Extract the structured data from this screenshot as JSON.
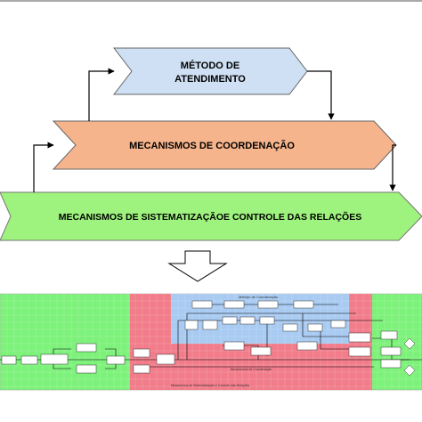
{
  "blocks": {
    "metodo": {
      "line1": "MÉTODO DE",
      "line2": "ATENDIMENTO",
      "fill": "#cfe0f4"
    },
    "coordenacao": {
      "label": "MECANISMOS DE COORDENAÇÃO",
      "fill": "#f6b48c"
    },
    "sistematizacao": {
      "label": "MECANISMOS DE SISTEMATIZAÇÃOE CONTROLE DAS RELAÇÕES",
      "fill": "#9ef27e"
    }
  },
  "flowchart": {
    "top_label": "Método de Coordenação",
    "middle_label": "Mecanismos de Coordenação",
    "bottom_label": "Mecanismos de Sistematização e Controle das Relações",
    "colors": {
      "green": "#7df27a",
      "red": "#f27c8a",
      "blue": "#a9cbf2"
    }
  }
}
